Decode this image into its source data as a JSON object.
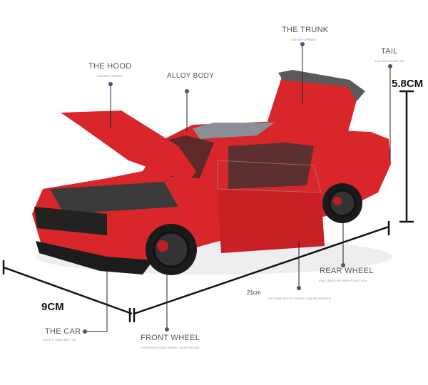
{
  "callouts": {
    "hood": {
      "title": "THE HOOD",
      "sub": "CAN BE OPENED"
    },
    "alloy_body": {
      "title": "ALLOY BODY"
    },
    "trunk": {
      "title": "THE TRUNK",
      "sub": "CAN BE OPENED"
    },
    "tail": {
      "title": "TAIL",
      "sub": "LIGHTS CAN BE ON"
    },
    "the_car": {
      "title": "THE CAR",
      "sub": "LIGHTS CAN LIGHT UP"
    },
    "front_wheel": {
      "title": "FRONT WHEEL",
      "sub": "STEERING/FOUR-WHEEL SUSPENSION"
    },
    "rear_wheel": {
      "title": "REAR WHEEL",
      "sub": "PULL-BACK RETURN FUNCTION"
    },
    "doors": {
      "sub": "LEFT AND RIGHT DOORS CAN BE OPENED"
    }
  },
  "dimensions": {
    "height": "5.8CM",
    "width": "9CM",
    "length": "21cm"
  },
  "colors": {
    "car_body": "#d8262a",
    "callout_dot": "#3d5a78",
    "line": "#111111"
  }
}
